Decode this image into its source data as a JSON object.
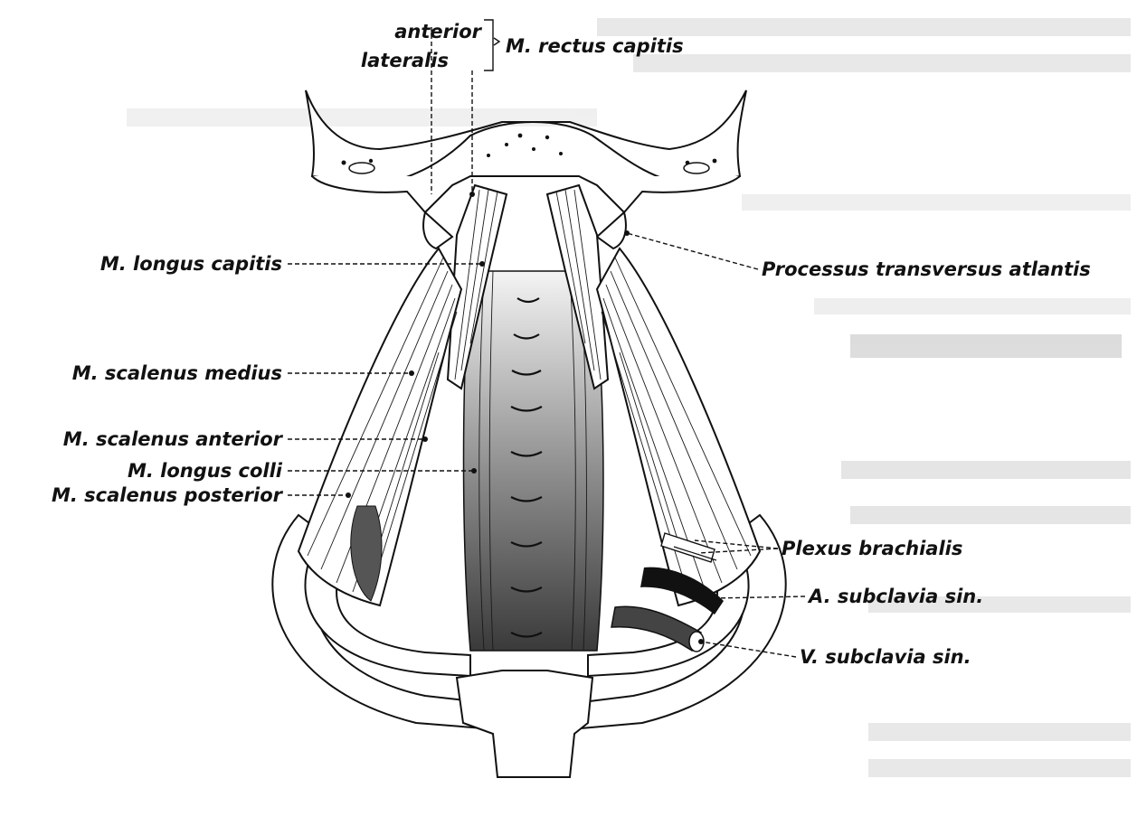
{
  "labels": {
    "rectus_anterior": "anterior",
    "rectus_lateralis": "lateralis",
    "rectus_capitis": "M. rectus capitis",
    "longus_capitis": "M. longus capitis",
    "processus": "Processus transversus atlantis",
    "scalenus_medius": "M. scalenus medius",
    "scalenus_anterior": "M. scalenus anterior",
    "longus_colli": "M. longus colli",
    "scalenus_posterior": "M. scalenus posterior",
    "plexus": "Plexus brachialis",
    "a_subclavia": "A. subclavia sin.",
    "v_subclavia": "V. subclavia sin."
  },
  "colors": {
    "ink": "#111111",
    "ghost_text": "#cfcfcf",
    "background": "#ffffff"
  }
}
